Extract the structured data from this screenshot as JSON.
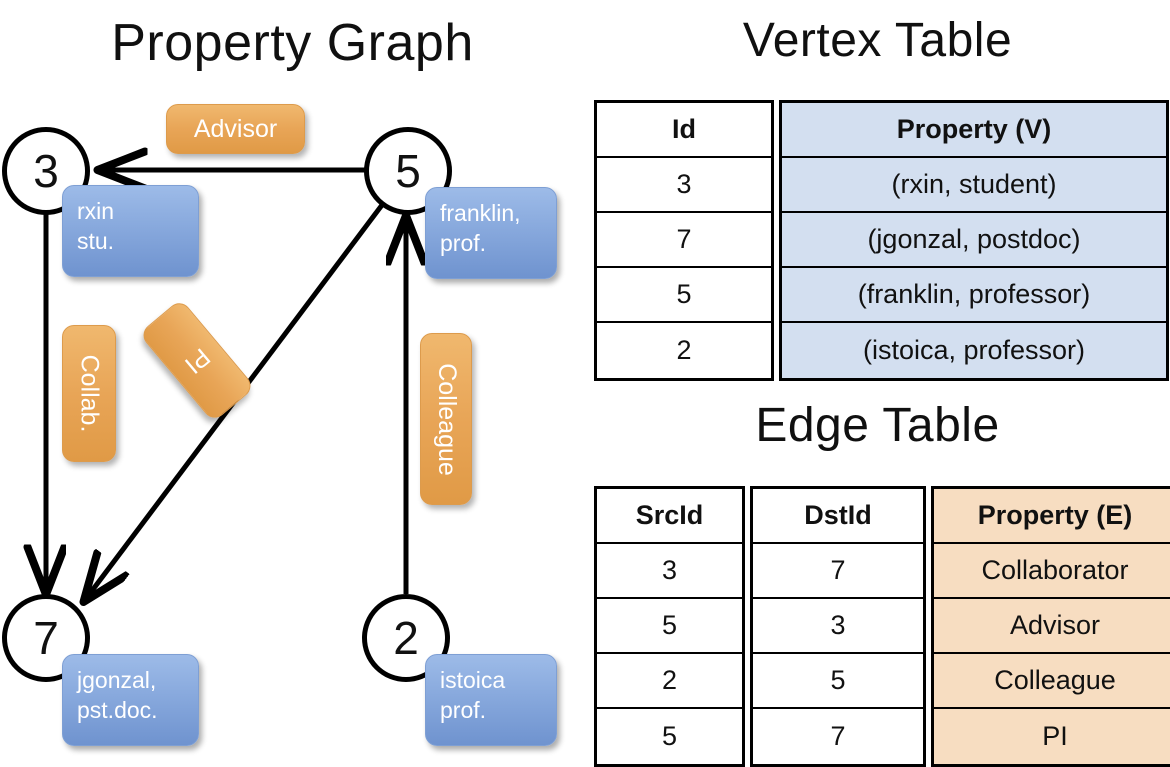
{
  "titles": {
    "property_graph": "Property Graph",
    "vertex_table": "Vertex Table",
    "edge_table": "Edge Table"
  },
  "graph": {
    "nodes": [
      {
        "id": "3",
        "property_lines": [
          "rxin",
          "stu."
        ]
      },
      {
        "id": "5",
        "property_lines": [
          "franklin,",
          "prof."
        ]
      },
      {
        "id": "7",
        "property_lines": [
          "jgonzal,",
          "pst.doc."
        ]
      },
      {
        "id": "2",
        "property_lines": [
          "istoica",
          "prof."
        ]
      }
    ],
    "edge_labels": [
      {
        "text": "Advisor",
        "orientation": "horizontal"
      },
      {
        "text": "Collab.",
        "orientation": "vertical-cw"
      },
      {
        "text": "PI",
        "orientation": "diagonal-cw"
      },
      {
        "text": "Colleague",
        "orientation": "vertical-cw"
      }
    ],
    "node_property_box_text": {
      "n3_line1": "rxin",
      "n3_line2": "stu.",
      "n5_line1": "franklin,",
      "n5_line2": "prof.",
      "n7_line1": "jgonzal,",
      "n7_line2": "pst.doc.",
      "n2_line1": "istoica",
      "n2_line2": "prof."
    },
    "node_ids": {
      "a": "3",
      "b": "5",
      "c": "7",
      "d": "2"
    }
  },
  "vertex_table": {
    "headers": [
      "Id",
      "Property (V)"
    ],
    "rows": [
      {
        "id": "3",
        "property": "(rxin, student)"
      },
      {
        "id": "7",
        "property": "(jgonzal, postdoc)"
      },
      {
        "id": "5",
        "property": "(franklin, professor)"
      },
      {
        "id": "2",
        "property": "(istoica, professor)"
      }
    ]
  },
  "edge_table": {
    "headers": [
      "SrcId",
      "DstId",
      "Property (E)"
    ],
    "rows": [
      {
        "src": "3",
        "dst": "7",
        "property": "Collaborator"
      },
      {
        "src": "5",
        "dst": "3",
        "property": "Advisor"
      },
      {
        "src": "2",
        "dst": "5",
        "property": "Colleague"
      },
      {
        "src": "5",
        "dst": "7",
        "property": "PI"
      }
    ]
  },
  "colors": {
    "vertex_fill": "#d3dff0",
    "edge_fill": "#f7ddc1",
    "node_box_blue": "#88a9dd",
    "edge_label_orange": "#e8a557",
    "stroke": "#000000"
  }
}
